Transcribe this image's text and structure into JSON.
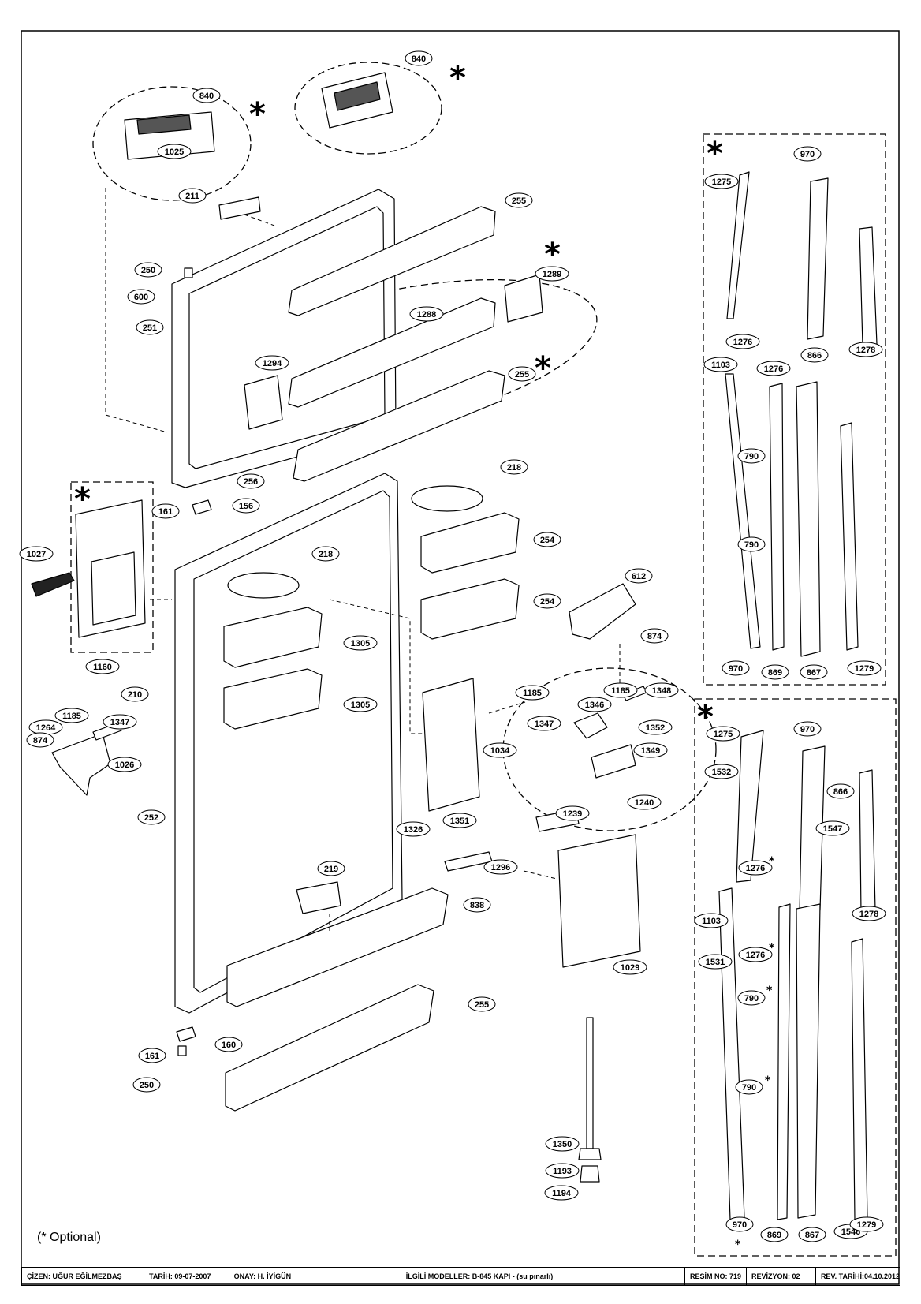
{
  "footnote": "(* Optional)",
  "title_block": {
    "drawn": "ÇİZEN: UĞUR EĞİLMEZBAŞ",
    "date": "TARİH: 09-07-2007",
    "approval": "ONAY: H. İYİGÜN",
    "models": "İLGİLİ MODELLER: B-845 KAPI - (su pınarlı)",
    "drawing_no": "RESİM NO: 719",
    "revision": "REVİZYON: 02",
    "revision_date": "REV. TARİHİ:04.10.2012"
  },
  "optional_mark": "*",
  "part_labels": {
    "p840a": "840",
    "p840b": "840",
    "p1025": "1025",
    "p211": "211",
    "p255a": "255",
    "p250a": "250",
    "p600": "600",
    "p251": "251",
    "p1289": "1289",
    "p1288": "1288",
    "p1294": "1294",
    "p255b": "255",
    "p256": "256",
    "p161a": "161",
    "p156": "156",
    "p218a": "218",
    "p254a": "254",
    "p1027": "1027",
    "p218b": "218",
    "p254b": "254",
    "p612": "612",
    "p1160": "1160",
    "p874a": "874",
    "p1305a": "1305",
    "p210": "210",
    "p1185a": "1185",
    "p1185b": "1185",
    "p1348": "1348",
    "p1346": "1346",
    "p1347a": "1347",
    "p1352": "1352",
    "p1305b": "1305",
    "p1264": "1264",
    "p1185c": "1185",
    "p1347b": "1347",
    "p874b": "874",
    "p1034": "1034",
    "p1349": "1349",
    "p1026": "1026",
    "p1239": "1239",
    "p1240": "1240",
    "p252": "252",
    "p1326": "1326",
    "p1351": "1351",
    "p1296": "1296",
    "p219": "219",
    "p838": "838",
    "p1029": "1029",
    "p255c": "255",
    "p161b": "161",
    "p160": "160",
    "p250b": "250",
    "p1350": "1350",
    "p1193": "1193",
    "p1194": "1194",
    "r970a": "970",
    "r1275a": "1275",
    "r1276a": "1276",
    "r866a": "866",
    "r1278a": "1278",
    "r1103a": "1103",
    "r1276b": "1276",
    "r790a": "790",
    "r790b": "790",
    "r970b": "970",
    "r869a": "869",
    "r867a": "867",
    "r1279a": "1279",
    "r1275b": "1275",
    "r970c": "970",
    "r1532": "1532",
    "r866b": "866",
    "r1547": "1547",
    "r1276c": "1276",
    "r1278b": "1278",
    "r1103b": "1103",
    "r1276d": "1276",
    "r1531": "1531",
    "r790c": "790",
    "r790d": "790",
    "r970d": "970",
    "r869b": "869",
    "r867b": "867",
    "r1546": "1546",
    "r1279b": "1279"
  }
}
